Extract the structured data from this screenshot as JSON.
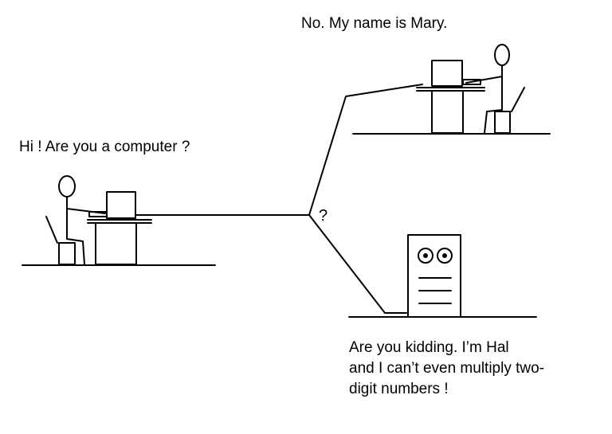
{
  "captions": {
    "left": "Hi ! Are you a computer ?",
    "top": "No. My name is Mary.",
    "bottom_lines": [
      "Are you kidding. I’m Hal",
      "and I can’t even multiply two-",
      "digit numbers !"
    ]
  },
  "switch_mark": "?",
  "colors": {
    "ink": "#000000",
    "background": "#ffffff"
  }
}
